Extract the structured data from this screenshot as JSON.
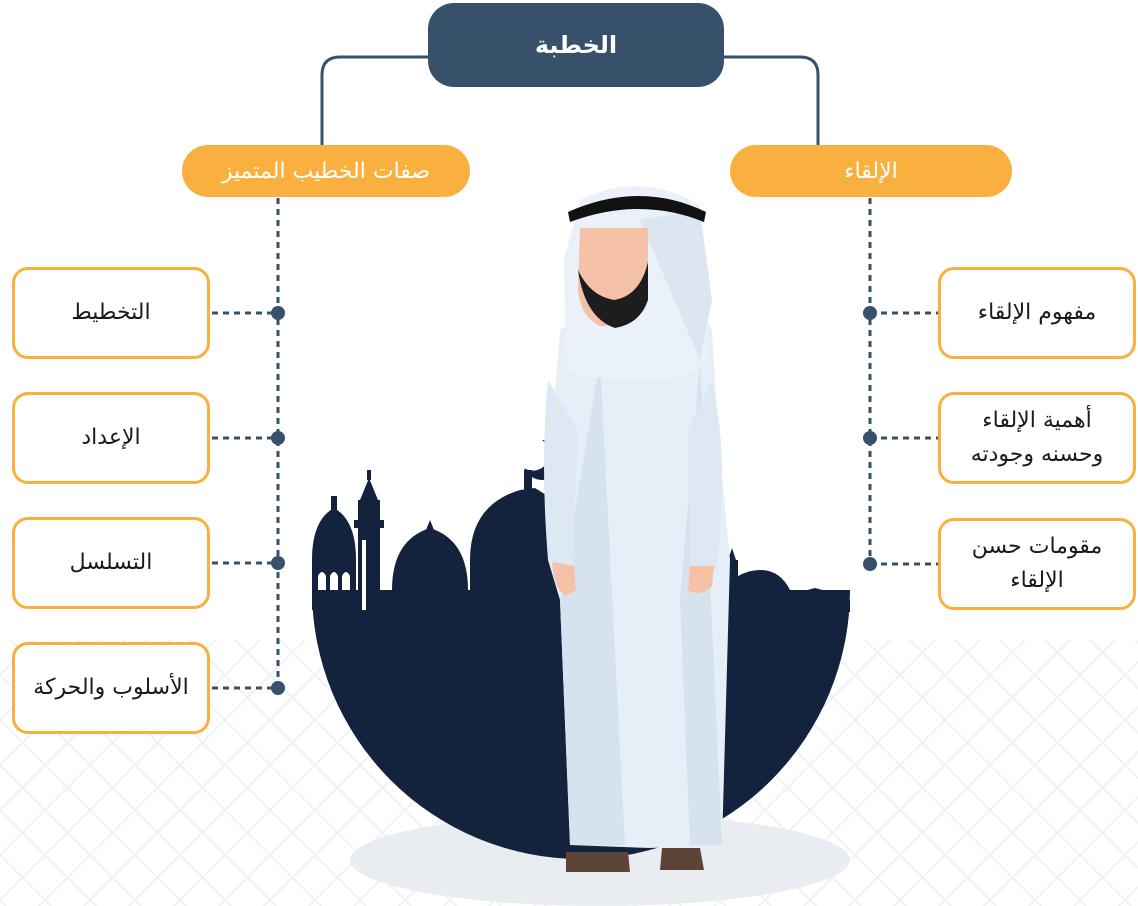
{
  "diagram": {
    "root": {
      "label": "الخطبة"
    },
    "branches": [
      {
        "id": "left",
        "label": "صفات الخطيب المتميز",
        "items": [
          "التخطيط",
          "الإعداد",
          "التسلسل",
          "الأسلوب والحركة"
        ]
      },
      {
        "id": "right",
        "label": "الإلقاء",
        "items": [
          "مفهوم الإلقاء",
          "أهمية الإلقاء\nوحسنه وجودته",
          "مقومات حسن\nالإلقاء"
        ]
      }
    ]
  },
  "colors": {
    "root_fill": "#37516a",
    "branch_fill": "#f9b03e",
    "leaf_border": "#f9b03e",
    "connector": "#37516a",
    "skyline": "#13233d",
    "robe": "#e8f0f7"
  },
  "illustration": {
    "subject": "man-in-thobe-and-ghutra",
    "background": "mosque-skyline-silhouette"
  }
}
